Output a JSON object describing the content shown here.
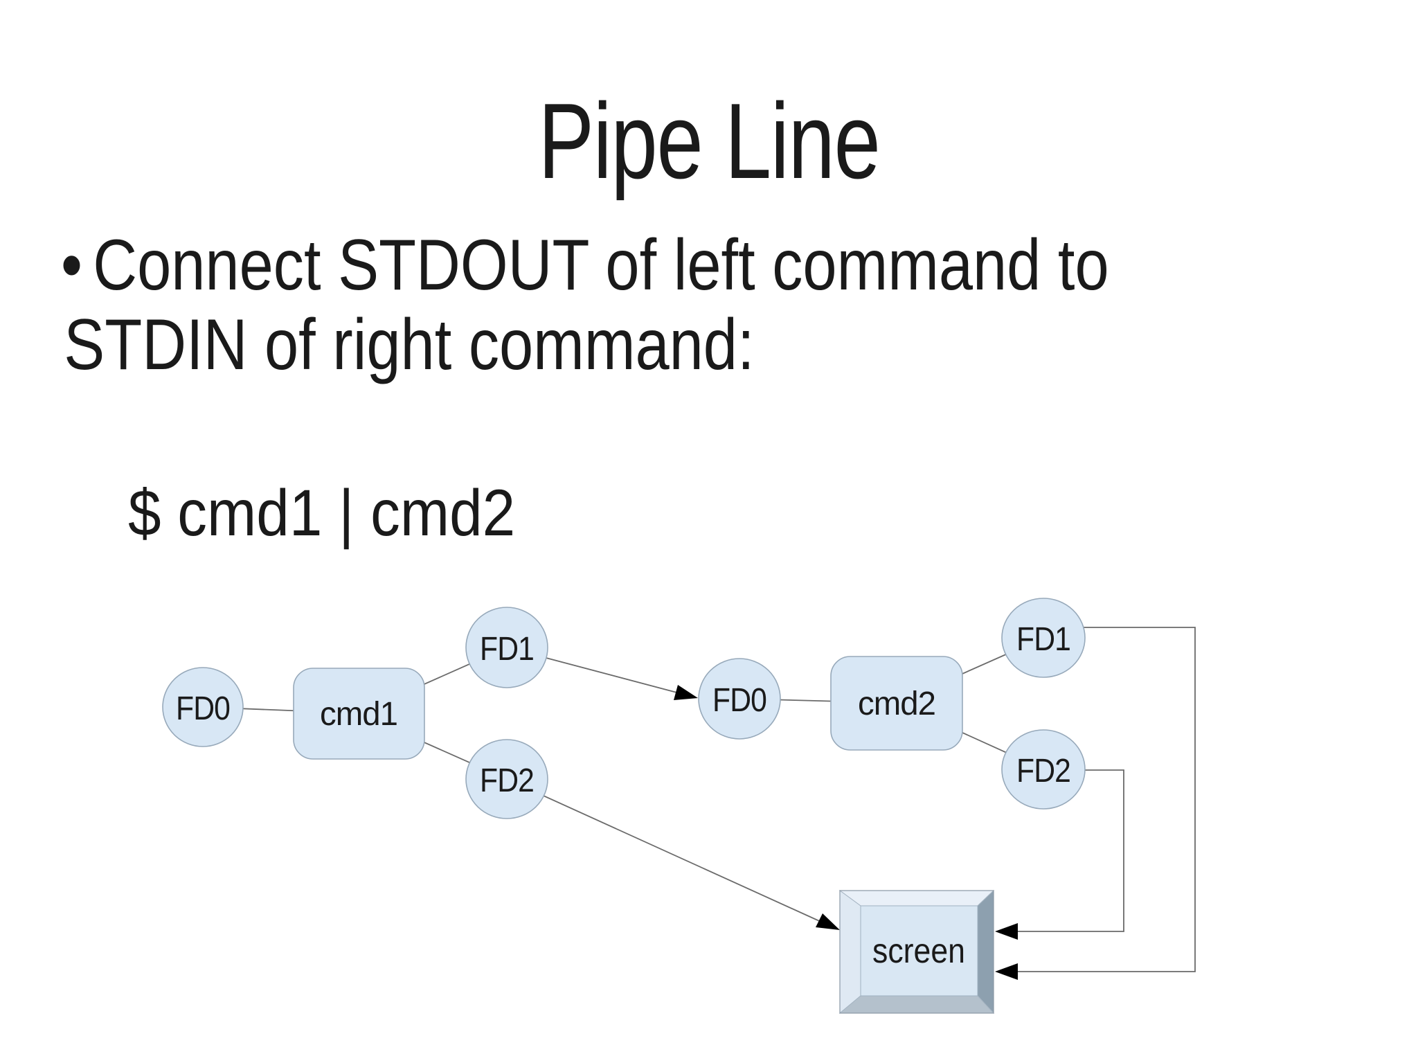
{
  "slide": {
    "title": "Pipe Line",
    "bullet": {
      "marker": "•",
      "line1": "Connect STDOUT of left command to",
      "line2": "STDIN of right command:"
    },
    "code": "$ cmd1 | cmd2"
  },
  "diagram": {
    "nodes": {
      "fd0_left": {
        "label": "FD0",
        "shape": "ellipse"
      },
      "cmd1": {
        "label": "cmd1",
        "shape": "rounded-rect"
      },
      "fd1_left": {
        "label": "FD1",
        "shape": "ellipse"
      },
      "fd2_left": {
        "label": "FD2",
        "shape": "ellipse"
      },
      "fd0_right": {
        "label": "FD0",
        "shape": "ellipse"
      },
      "cmd2": {
        "label": "cmd2",
        "shape": "rounded-rect"
      },
      "fd1_right": {
        "label": "FD1",
        "shape": "ellipse"
      },
      "fd2_right": {
        "label": "FD2",
        "shape": "ellipse"
      },
      "screen": {
        "label": "screen",
        "shape": "3d-box"
      }
    },
    "edges": [
      {
        "from": "fd0_left",
        "to": "cmd1",
        "arrow": false
      },
      {
        "from": "cmd1",
        "to": "fd1_left",
        "arrow": false
      },
      {
        "from": "cmd1",
        "to": "fd2_left",
        "arrow": false
      },
      {
        "from": "fd1_left",
        "to": "fd0_right",
        "arrow": true
      },
      {
        "from": "fd0_right",
        "to": "cmd2",
        "arrow": false
      },
      {
        "from": "cmd2",
        "to": "fd1_right",
        "arrow": false
      },
      {
        "from": "cmd2",
        "to": "fd2_right",
        "arrow": false
      },
      {
        "from": "fd1_right",
        "to": "screen",
        "arrow": true,
        "route": "around-right"
      },
      {
        "from": "fd2_right",
        "to": "screen",
        "arrow": true,
        "route": "around-right"
      },
      {
        "from": "fd2_left",
        "to": "screen",
        "arrow": true,
        "route": "diagonal"
      }
    ],
    "colors": {
      "background": "#ffffff",
      "text": "#1a1a1a",
      "node_fill": "#d8e7f5",
      "node_stroke": "#97a9ba",
      "connector": "#6a6a6a",
      "arrowhead": "#000000",
      "screen_face": "#d9e7f3",
      "screen_bevel_top": "#e9f0f8",
      "screen_bevel_left": "#dfe9f3",
      "screen_bevel_right": "#8da0af",
      "screen_bevel_bottom": "#b4c1cc"
    }
  }
}
